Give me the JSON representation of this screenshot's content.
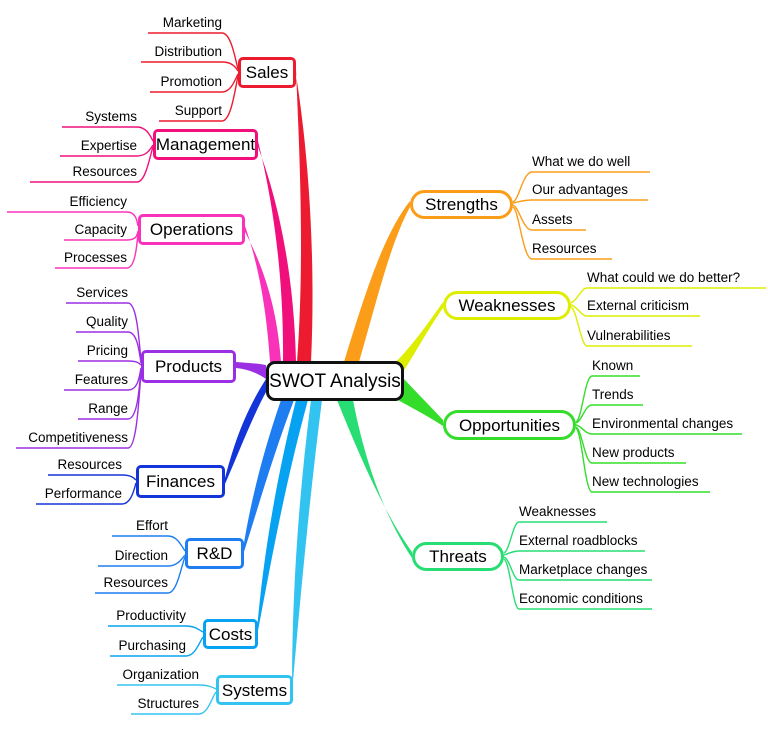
{
  "title": "SWOT Analysis",
  "branches": [
    {
      "id": "sales",
      "label": "Sales",
      "color": "#ED1B2F",
      "children": [
        "Marketing",
        "Distribution",
        "Promotion",
        "Support"
      ]
    },
    {
      "id": "management",
      "label": "Management",
      "color": "#F1107B",
      "children": [
        "Systems",
        "Expertise",
        "Resources"
      ]
    },
    {
      "id": "operations",
      "label": "Operations",
      "color": "#F933B9",
      "children": [
        "Efficiency",
        "Capacity",
        "Processes"
      ]
    },
    {
      "id": "products",
      "label": "Products",
      "color": "#9B2FE3",
      "children": [
        "Services",
        "Quality",
        "Pricing",
        "Features",
        "Range",
        "Competitiveness"
      ]
    },
    {
      "id": "finances",
      "label": "Finances",
      "color": "#1334D9",
      "children": [
        "Resources",
        "Performance"
      ]
    },
    {
      "id": "rd",
      "label": "R&D",
      "color": "#1F7DF2",
      "children": [
        "Effort",
        "Direction",
        "Resources"
      ]
    },
    {
      "id": "costs",
      "label": "Costs",
      "color": "#07A3F2",
      "children": [
        "Productivity",
        "Purchasing"
      ]
    },
    {
      "id": "systems",
      "label": "Systems",
      "color": "#33C3F0",
      "children": [
        "Organization",
        "Structures"
      ]
    },
    {
      "id": "strengths",
      "label": "Strengths",
      "color": "#FB9D18",
      "children": [
        "What we do well",
        "Our advantages",
        "Assets",
        "Resources"
      ]
    },
    {
      "id": "weaknesses",
      "label": "Weaknesses",
      "color": "#DDEE00",
      "children": [
        "What could we do better?",
        "External criticism",
        "Vulnerabilities"
      ]
    },
    {
      "id": "opportunities",
      "label": "Opportunities",
      "color": "#35DD2B",
      "children": [
        "Known",
        "Trends",
        "Environmental changes",
        "New products",
        "New technologies"
      ]
    },
    {
      "id": "threats",
      "label": "Threats",
      "color": "#27DD74",
      "children": [
        "Weaknesses",
        "External roadblocks",
        "Marketplace changes",
        "Economic conditions"
      ]
    }
  ]
}
